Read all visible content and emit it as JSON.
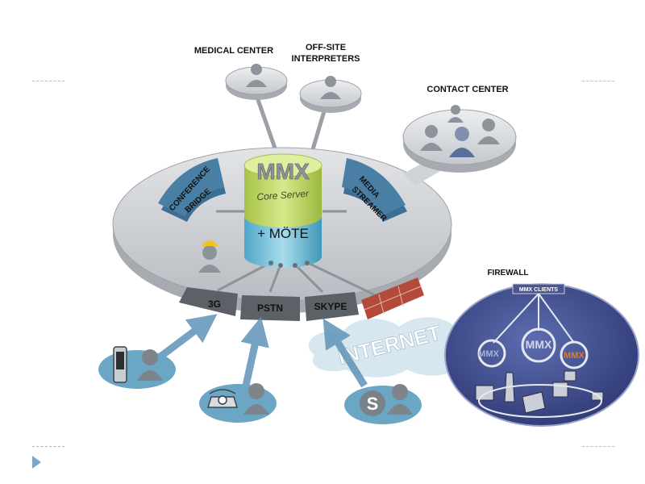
{
  "labels": {
    "medical_center": "MEDICAL CENTER",
    "offsite_line1": "OFF-SITE",
    "offsite_line2": "INTERPRETERS",
    "contact_center": "CONTACT CENTER",
    "firewall": "FIREWALL"
  },
  "core": {
    "brand": "MMX",
    "subtitle": "Core Server",
    "addon": "+ MÖTE"
  },
  "modules": {
    "conference_line1": "CONFERENCE",
    "conference_line2": "BRIDGE",
    "media_line1": "MEDIA",
    "media_line2": "STREAMER"
  },
  "gateways": {
    "g3": "3G",
    "pstn": "PSTN",
    "skype": "SKYPE"
  },
  "cloud_label": "INTERNET",
  "clients": {
    "title": "MMX CLIENTS",
    "left": "MMX",
    "center": "MMX",
    "right": "MMX"
  },
  "colors": {
    "platform": "#c9ccd1",
    "core_green": "#c6dc6b",
    "core_blue": "#7fc6dd",
    "module": "#4a7fa5",
    "client_globe": "#3f4e8f",
    "firewall": "#b44a3a",
    "arrow": "#5f93b8"
  }
}
